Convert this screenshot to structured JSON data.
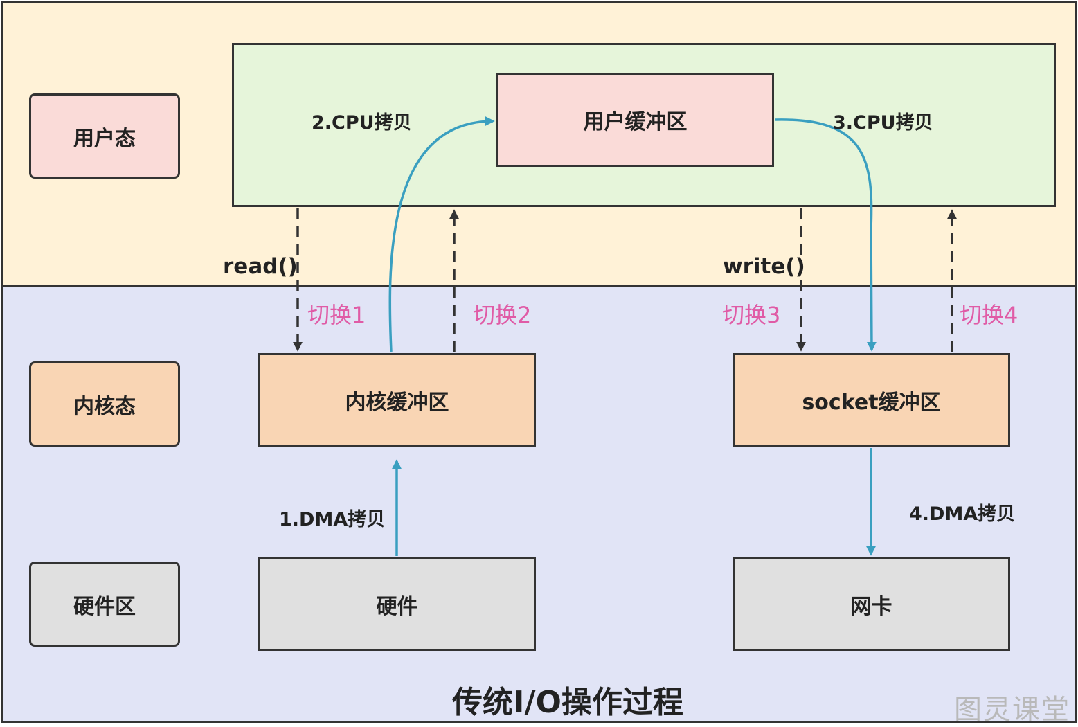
{
  "regions": {
    "user_mode_label": "用户态",
    "kernel_mode_label": "内核态",
    "hardware_zone_label": "硬件区"
  },
  "boxes": {
    "user_buffer": "用户缓冲区",
    "kernel_buffer": "内核缓冲区",
    "socket_buffer": "socket缓冲区",
    "hardware": "硬件",
    "nic": "网卡"
  },
  "calls": {
    "read": "read()",
    "write": "write()"
  },
  "copies": {
    "step1": "1.DMA拷贝",
    "step2": "2.CPU拷贝",
    "step3": "3.CPU拷贝",
    "step4": "4.DMA拷贝"
  },
  "switches": {
    "s1": "切换1",
    "s2": "切换2",
    "s3": "切换3",
    "s4": "切换4"
  },
  "title": "传统I/O操作过程",
  "watermark": "图灵课堂",
  "colors": {
    "user_region": "#fff2d7",
    "kernel_region": "#e1e4f6",
    "user_space": "#e6f5da",
    "pink_box": "#fadbd8",
    "orange_box": "#f9d5b4",
    "gray_box": "#e0e0e0",
    "flow_arrow": "#3a9fc0",
    "switch_text": "#e05ba6"
  }
}
